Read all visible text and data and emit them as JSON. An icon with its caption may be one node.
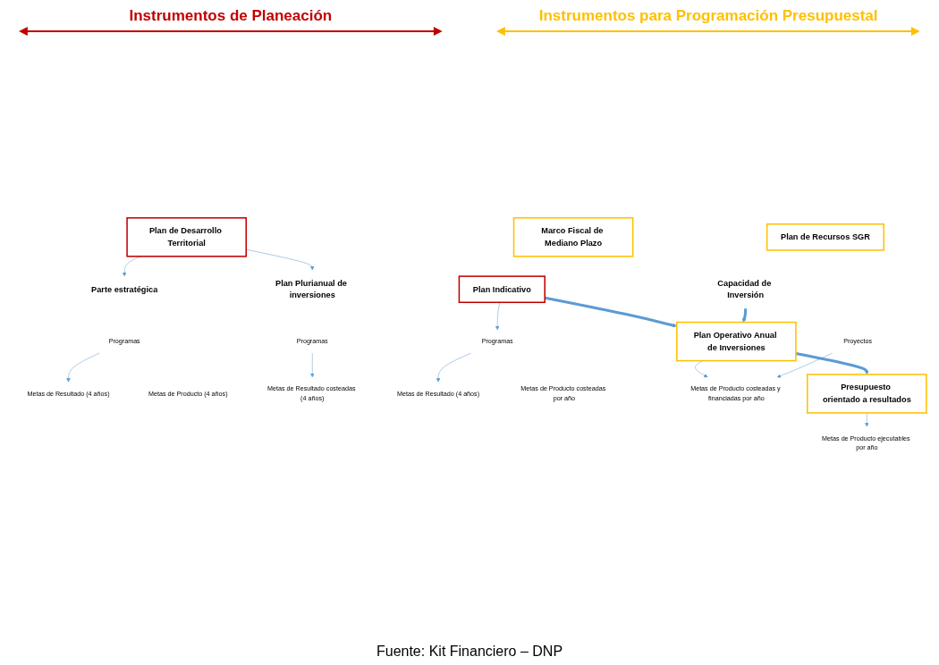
{
  "diagram": {
    "caption": "Fuente: Kit Financiero – DNP",
    "nodes": [
      {
        "text": [
          "Plan de Desarrollo Territorial"
        ]
      },
      {
        "text": [
          "Parte estratégica"
        ]
      },
      {
        "text": [
          "Programas"
        ]
      },
      {
        "text": [
          "Metas de Resultado (4 años)"
        ]
      },
      {
        "text": [
          "Metas de Producto  (4 años)"
        ]
      },
      {
        "text": [
          "Plan Plurianual de inversiones"
        ]
      },
      {
        "text": [
          "Programas"
        ]
      },
      {
        "text": [
          "Metas de Resultado costeadas (4 años)"
        ]
      },
      {
        "text": [
          "Plan Indicativo"
        ]
      },
      {
        "text": [
          "Programas"
        ]
      },
      {
        "text": [
          "Metas de Resultado (4 años)"
        ]
      },
      {
        "text": [
          "Metas de Producto costeadas por año"
        ]
      },
      {
        "text": [
          "Marco Fiscal de Mediano Plazo"
        ]
      },
      {
        "text": [
          "Plan de Recursos SGR"
        ]
      },
      {
        "text": [
          "Capacidad de Inversión"
        ]
      },
      {
        "text": [
          "Plan Operativo Anual de Inversiones"
        ]
      },
      {
        "text": [
          "Proyectos"
        ]
      },
      {
        "text": [
          "Metas de Producto costeadas y financiadas por año"
        ]
      },
      {
        "text": [
          "Presupuesto orientado a resultados"
        ]
      },
      {
        "text": [
          "Metas de Producto ejecutables por año"
        ]
      }
    ],
    "edges": [
      {
        "from": 0,
        "to": 1,
        "arrow": "to"
      },
      {
        "from": 0,
        "to": 5,
        "arrow": "to"
      },
      {
        "from": 2,
        "to": 3,
        "arrow": "to"
      },
      {
        "from": 6,
        "to": 7,
        "arrow": "to"
      },
      {
        "from": 8,
        "to": 9,
        "arrow": "to"
      },
      {
        "from": 9,
        "to": 10,
        "arrow": "to"
      },
      {
        "from": 8,
        "to": 15,
        "arrow": "to",
        "style": "thick"
      },
      {
        "from": 14,
        "to": 15,
        "arrow": "to",
        "style": "thick"
      },
      {
        "from": 15,
        "to": 17,
        "arrow": "to"
      },
      {
        "from": 16,
        "to": 17,
        "arrow": "to"
      },
      {
        "from": 15,
        "to": 18,
        "arrow": "to",
        "style": "thick"
      },
      {
        "from": 18,
        "to": 19,
        "arrow": "to"
      }
    ],
    "labels": [
      "Instrumentos de Planeación",
      "Instrumentos para Programación Presupuestal"
    ]
  }
}
